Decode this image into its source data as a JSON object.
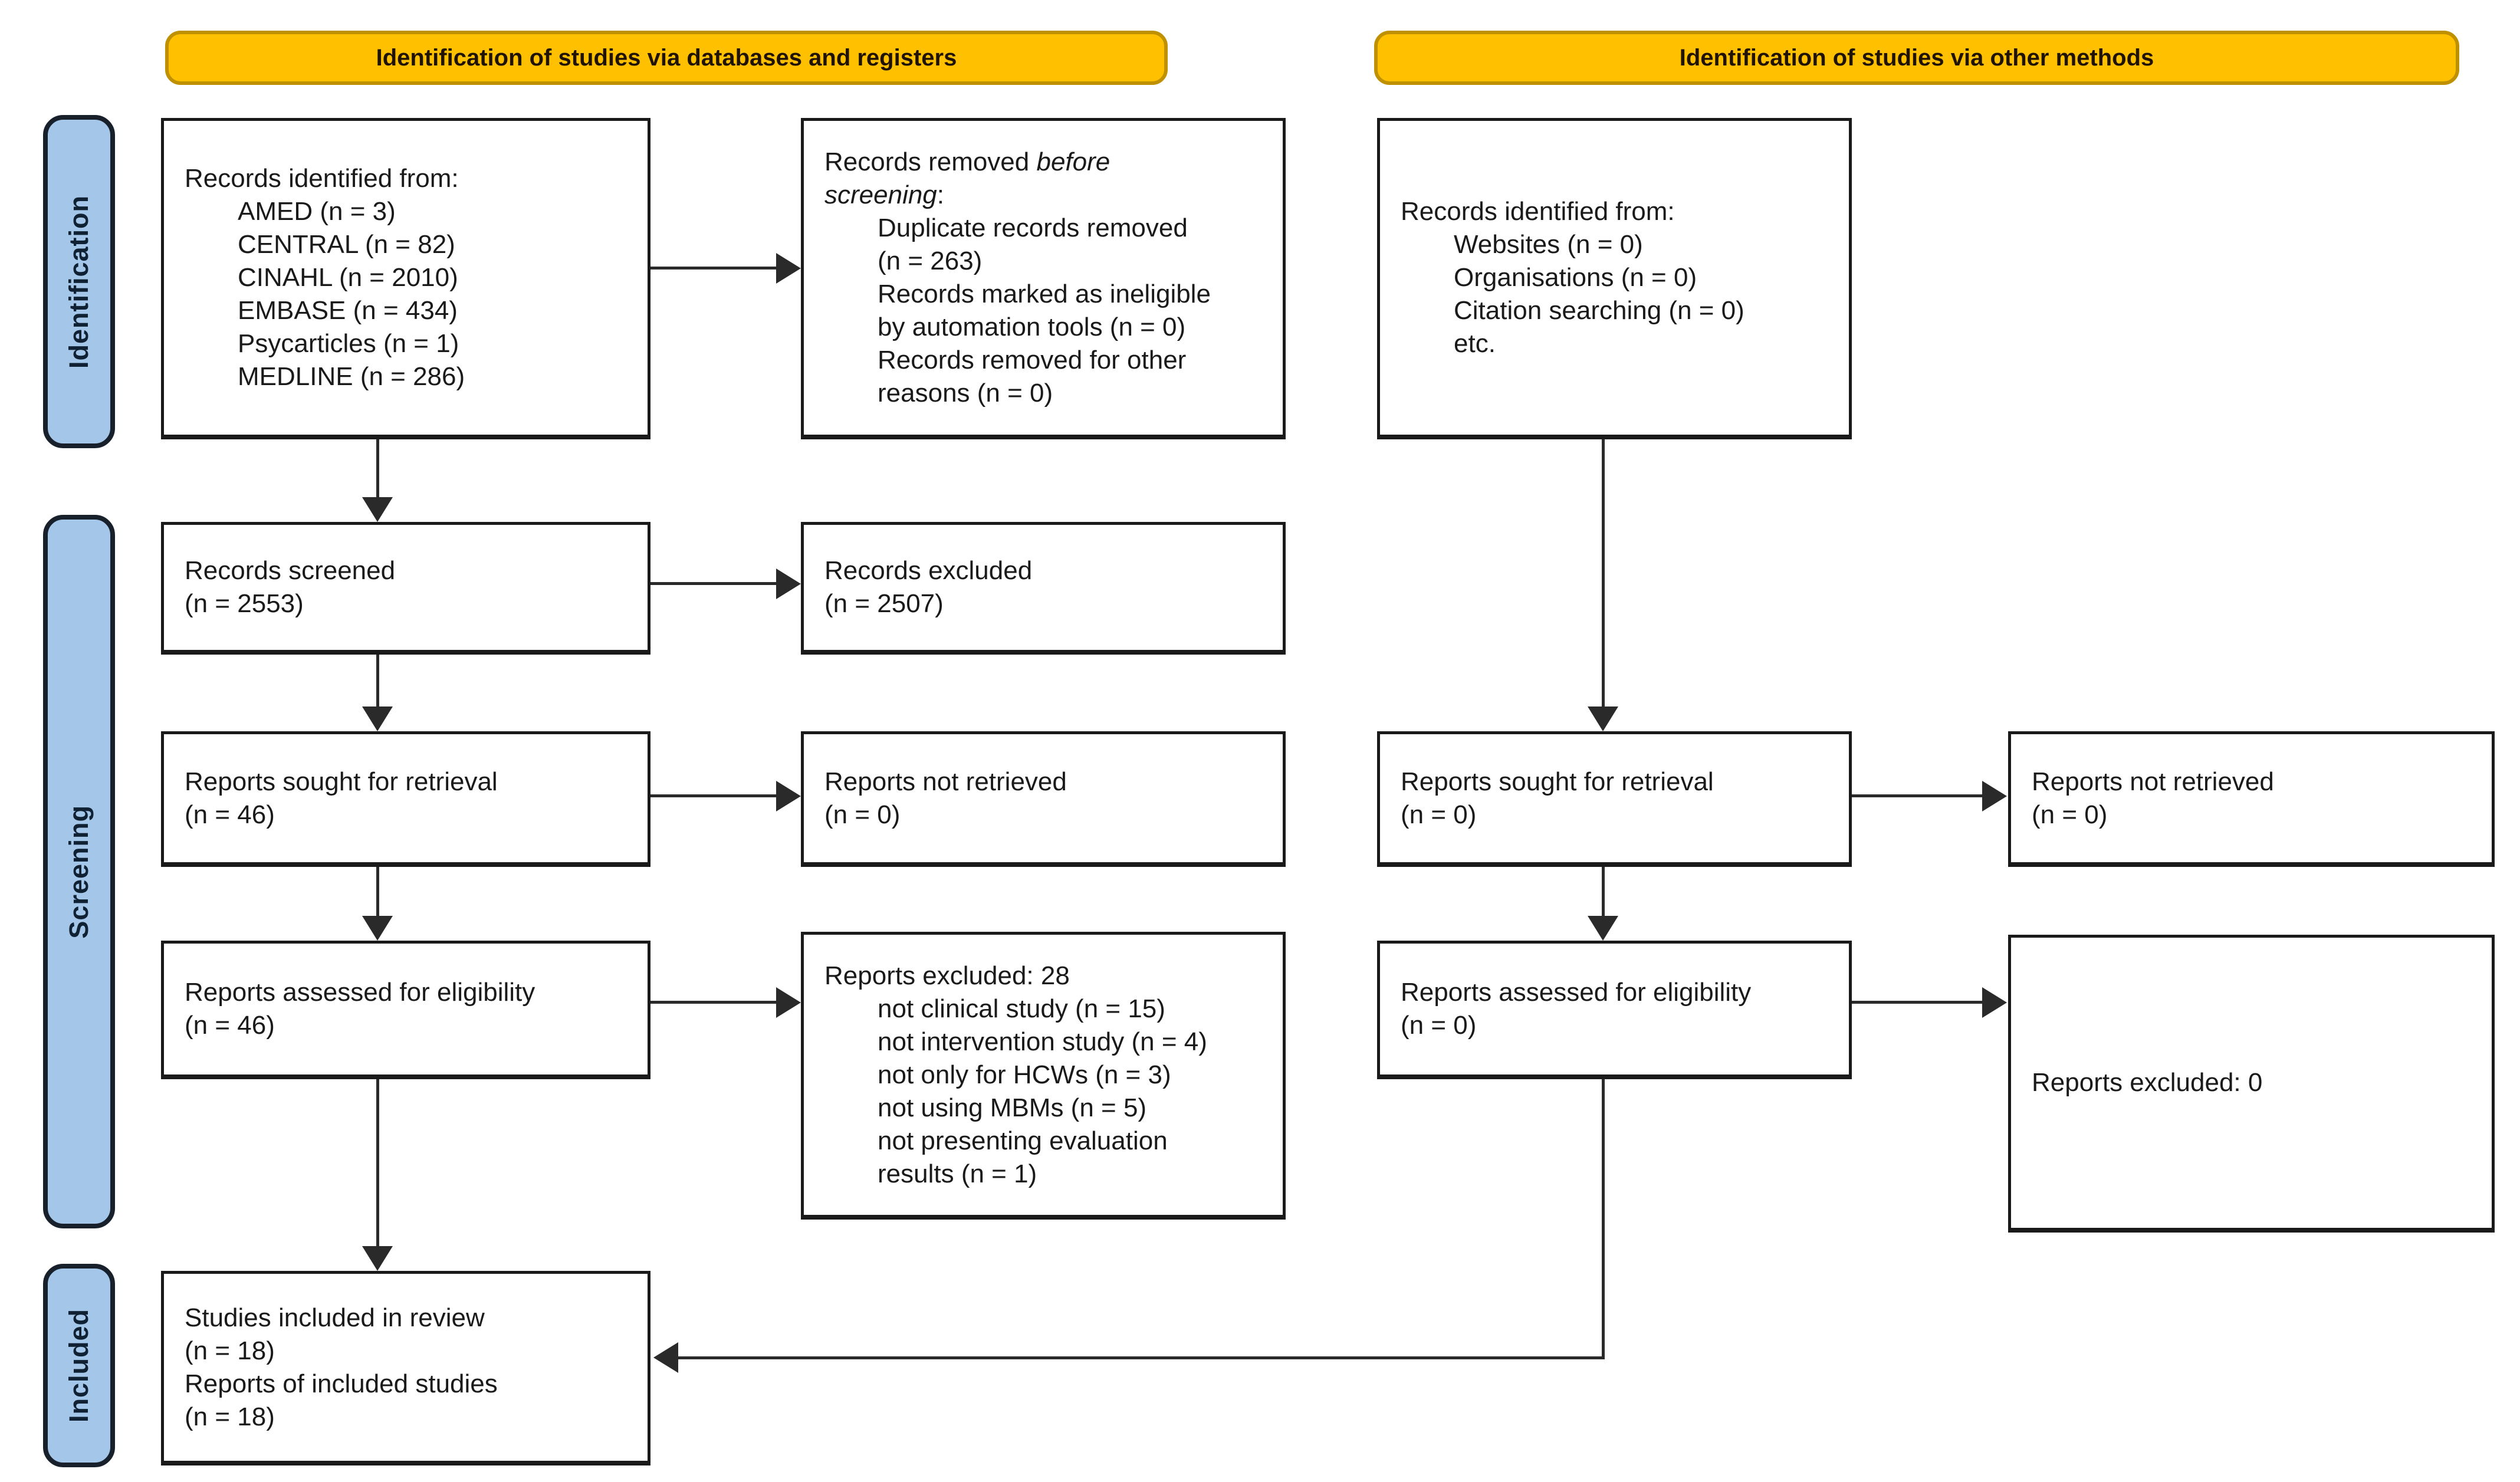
{
  "headers": {
    "databases": "Identification of studies via databases and registers",
    "other": "Identification of studies via other methods"
  },
  "sidebar": {
    "identification": "Identification",
    "screening": "Screening",
    "included": "Included"
  },
  "colors": {
    "header_fill": "#FFC000",
    "header_border": "#BF9000",
    "header_text": "#201400",
    "sidebar_fill": "#A4C7E9",
    "sidebar_border": "#17202B",
    "sidebar_text": "#0F2133",
    "line": "#1A1A1A",
    "arrow": "#2A2A2A"
  },
  "boxes": {
    "db_identified": {
      "lines": [
        {
          "t": "Records identified from:"
        },
        {
          "t": "AMED (n = 3)",
          "i": 1
        },
        {
          "t": "CENTRAL (n = 82)",
          "i": 1
        },
        {
          "t": "CINAHL (n = 2010)",
          "i": 1
        },
        {
          "t": "EMBASE (n = 434)",
          "i": 1
        },
        {
          "t": "Psycarticles (n = 1)",
          "i": 1
        },
        {
          "t": "MEDLINE (n = 286)",
          "i": 1
        }
      ]
    },
    "records_removed": {
      "lines": [
        {
          "seg": [
            {
              "t": "Records removed "
            },
            {
              "t": "before",
              "it": 1
            }
          ]
        },
        {
          "seg": [
            {
              "t": "screening",
              "it": 1
            },
            {
              "t": ":"
            }
          ]
        },
        {
          "t": "Duplicate records removed",
          "i": 1
        },
        {
          "t": "(n = 263)",
          "i": 1
        },
        {
          "t": "Records marked as ineligible",
          "i": 1
        },
        {
          "t": "by automation tools (n = 0)",
          "i": 1
        },
        {
          "t": "Records removed for other",
          "i": 1
        },
        {
          "t": "reasons (n = 0)",
          "i": 1
        }
      ]
    },
    "other_identified": {
      "lines": [
        {
          "t": "Records identified from:"
        },
        {
          "t": "Websites (n = 0)",
          "i": 1
        },
        {
          "t": "Organisations (n = 0)",
          "i": 1
        },
        {
          "t": "Citation searching (n = 0)",
          "i": 1
        },
        {
          "t": "etc.",
          "i": 1
        }
      ]
    },
    "records_screened": {
      "lines": [
        {
          "t": "Records screened"
        },
        {
          "t": "(n = 2553)"
        }
      ]
    },
    "records_excluded": {
      "lines": [
        {
          "t": "Records excluded"
        },
        {
          "t": "(n = 2507)"
        }
      ]
    },
    "reports_sought": {
      "lines": [
        {
          "t": "Reports sought for retrieval"
        },
        {
          "t": "(n = 46)"
        }
      ]
    },
    "reports_not_retrieved": {
      "lines": [
        {
          "t": "Reports not retrieved"
        },
        {
          "t": "(n = 0)"
        }
      ]
    },
    "reports_assessed": {
      "lines": [
        {
          "t": "Reports assessed for eligibility"
        },
        {
          "t": "(n = 46)"
        }
      ]
    },
    "reports_excluded_28": {
      "lines": [
        {
          "t": "Reports excluded: 28"
        },
        {
          "t": "not clinical study (n = 15)",
          "i": 1
        },
        {
          "t": "not intervention study (n = 4)",
          "i": 1
        },
        {
          "t": "not only for HCWs (n = 3)",
          "i": 1
        },
        {
          "t": "not using MBMs (n = 5)",
          "i": 1
        },
        {
          "t": "not presenting evaluation",
          "i": 1
        },
        {
          "t": "results (n = 1)",
          "i": 1
        }
      ]
    },
    "other_sought": {
      "lines": [
        {
          "t": "Reports sought for retrieval"
        },
        {
          "t": "(n = 0)"
        }
      ]
    },
    "other_not_retrieved": {
      "lines": [
        {
          "t": "Reports not retrieved"
        },
        {
          "t": "(n = 0)"
        }
      ]
    },
    "other_assessed": {
      "lines": [
        {
          "t": "Reports assessed for eligibility"
        },
        {
          "t": "(n = 0)"
        }
      ]
    },
    "other_excluded": {
      "lines": [
        {
          "t": "Reports excluded: 0"
        }
      ]
    },
    "included": {
      "lines": [
        {
          "t": "Studies included in review"
        },
        {
          "t": "(n = 18)"
        },
        {
          "t": "Reports of included studies"
        },
        {
          "t": "(n = 18)"
        }
      ]
    }
  }
}
